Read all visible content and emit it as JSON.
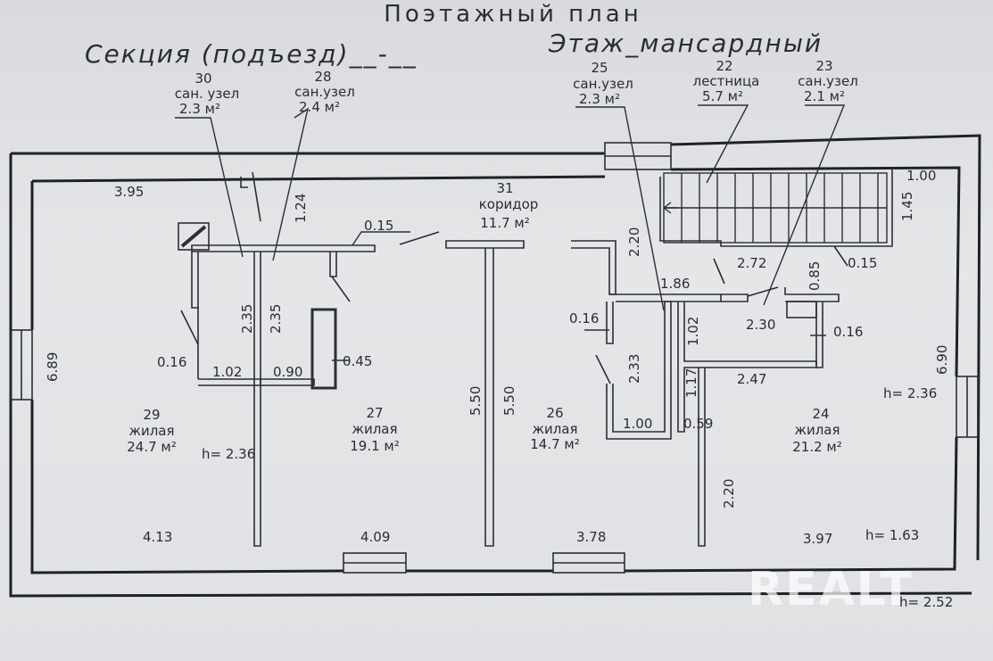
{
  "header": {
    "title": "Поэтажный план",
    "section_label": "Секция (подъезд)__-__",
    "floor_label": "Этаж_мансардный"
  },
  "rooms": [
    {
      "num": "30",
      "name": "сан. узел",
      "area": "2.3  м²"
    },
    {
      "num": "28",
      "name": "сан.узел",
      "area": "2.4  м²"
    },
    {
      "num": "31",
      "name": "коридор",
      "area": "11.7  м²"
    },
    {
      "num": "25",
      "name": "сан.узел",
      "area": "2.3  м²"
    },
    {
      "num": "22",
      "name": "лестница",
      "area": "5.7  м²"
    },
    {
      "num": "23",
      "name": "сан.узел",
      "area": "2.1  м²"
    },
    {
      "num": "29",
      "name": "жилая",
      "area": "24.7 м²"
    },
    {
      "num": "27",
      "name": "жилая",
      "area": "19.1  м²"
    },
    {
      "num": "26",
      "name": "жилая",
      "area": "14.7 м²"
    },
    {
      "num": "24",
      "name": "жилая",
      "area": "21.2  м²"
    }
  ],
  "dimensions": {
    "d395": "3.95",
    "d124": "1.24",
    "d015a": "0.15",
    "d220a": "2.20",
    "d100a": "1.00",
    "d145": "1.45",
    "d272": "2.72",
    "d085": "0.85",
    "d015b": "0.15",
    "d186": "1.86",
    "d235a": "2.35",
    "d235b": "2.35",
    "d016a": "0.16",
    "d102a": "1.02",
    "d016b": "0.16",
    "d102b": "1.02",
    "d090": "0.90",
    "d045": "0.45",
    "d016c": "0.16",
    "d233": "2.33",
    "d230": "2.30",
    "d117": "1.17",
    "d247": "2.47",
    "d690": "6.90",
    "d689": "6.89",
    "d550a": "5.50",
    "d550b": "5.50",
    "d100b": "1.00",
    "d059": "0.59",
    "d220b": "2.20",
    "d413": "4.13",
    "d409": "4.09",
    "d378": "3.78",
    "d397": "3.97"
  },
  "heights": {
    "h29": "h= 2.36",
    "h24": "h= 2.36",
    "h_low": "h= 1.63",
    "h_bottom": "h= 2.52"
  },
  "watermark": "REALT"
}
